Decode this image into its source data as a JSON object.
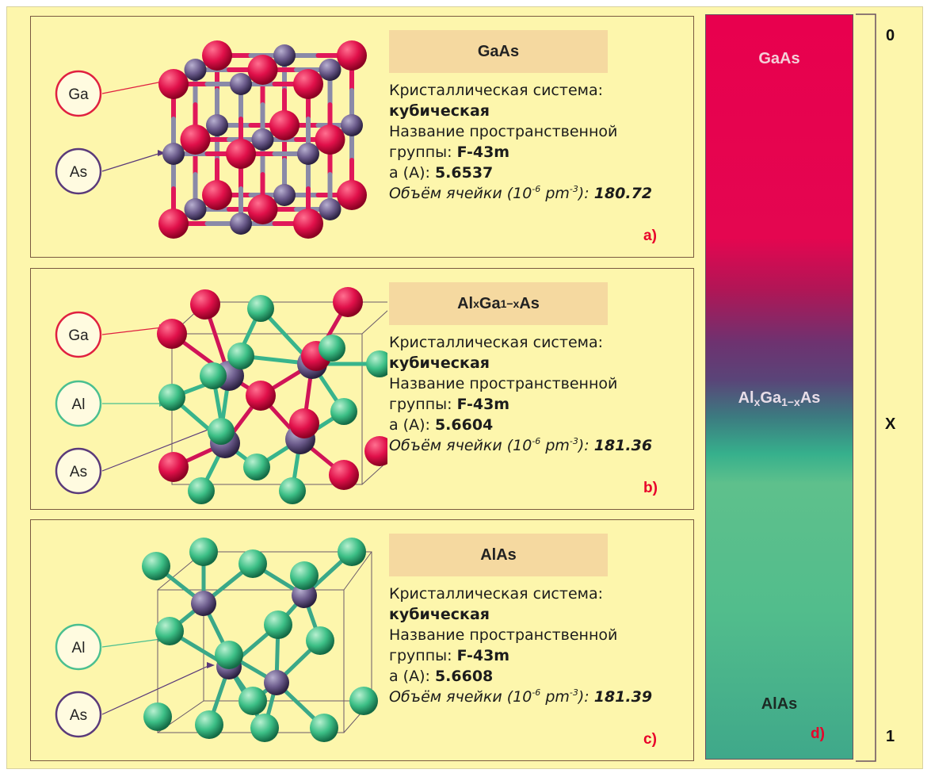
{
  "panels": [
    {
      "title": {
        "base": "GaAs",
        "sub1": "",
        "mid": "",
        "sub2": "",
        "tail": ""
      },
      "crystal_system_label": "Кристаллическая система:",
      "crystal_system_value": "кубическая",
      "space_group_label_1": "Название пространственной",
      "space_group_label_2": "группы: ",
      "space_group_value": "F-43m",
      "a_label": "a (A): ",
      "a_value": "5.6537",
      "volume_label_1": "Объём ячейки (10",
      "volume_exp1": "-6",
      "volume_label_2": " pm",
      "volume_exp2": "-3",
      "volume_label_3": "): ",
      "volume_value": "180.72",
      "tag": "a)",
      "atom_labels": [
        "Ga",
        "As"
      ]
    },
    {
      "title": {
        "base": "Al",
        "sub1": "x",
        "mid": "Ga",
        "sub2": "1−x",
        "tail": "As"
      },
      "crystal_system_label": "Кристаллическая система:",
      "crystal_system_value": "кубическая",
      "space_group_label_1": "Название пространственной",
      "space_group_label_2": "группы: ",
      "space_group_value": "F-43m",
      "a_label": "a (A): ",
      "a_value": "5.6604",
      "volume_label_1": "Объём ячейки (10",
      "volume_exp1": "-6",
      "volume_label_2": " pm",
      "volume_exp2": "-3",
      "volume_label_3": "): ",
      "volume_value": "181.36",
      "tag": "b)",
      "atom_labels": [
        "Ga",
        "Al",
        "As"
      ]
    },
    {
      "title": {
        "base": "AlAs",
        "sub1": "",
        "mid": "",
        "sub2": "",
        "tail": ""
      },
      "crystal_system_label": "Кристаллическая система:",
      "crystal_system_value": "кубическая",
      "space_group_label_1": "Название пространственной",
      "space_group_label_2": "группы: ",
      "space_group_value": "F-43m",
      "a_label": "a (A): ",
      "a_value": "5.6608",
      "volume_label_1": "Объём ячейки (10",
      "volume_exp1": "-6",
      "volume_label_2": " pm",
      "volume_exp2": "-3",
      "volume_label_3": "): ",
      "volume_value": "181.39",
      "tag": "c)",
      "atom_labels": [
        "Al",
        "As"
      ]
    }
  ],
  "gradient_bar": {
    "top_label": "GaAs",
    "middle_label": {
      "base": "Al",
      "sub1": "x",
      "mid": "Ga",
      "sub2": "1−x",
      "tail": "As"
    },
    "bottom_label": "AlAs",
    "tag": "d)"
  },
  "scale": {
    "top": "0",
    "middle": "X",
    "bottom": "1"
  },
  "colors": {
    "ga": "#e0104a",
    "as": "#6a5a8a",
    "al": "#3cbf86",
    "ga_ring": "#e02040",
    "as_ring": "#5a3a7a",
    "al_ring": "#4abf90",
    "tag_red": "#e8002a"
  }
}
